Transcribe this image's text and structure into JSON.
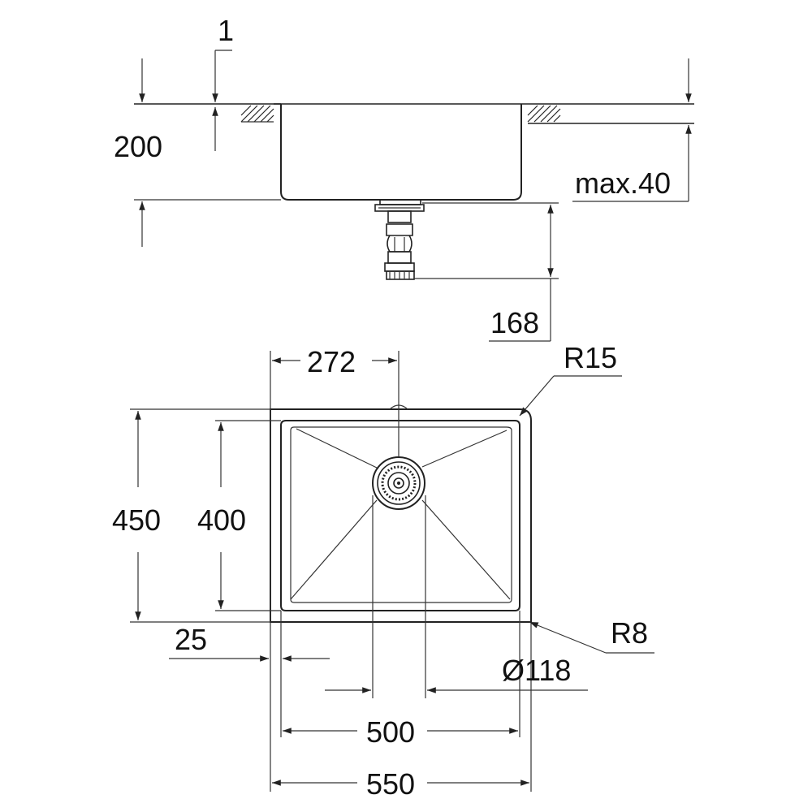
{
  "dimensions": {
    "rim_gap": "1",
    "depth": "200",
    "max_worktop": "max.40",
    "drain_height": "168",
    "drain_offset": "272",
    "corner_radius_outer": "R15",
    "outer_depth": "450",
    "inner_depth": "400",
    "flange_width": "25",
    "corner_radius_inner": "R8",
    "drain_diameter": "Ø118",
    "inner_width": "500",
    "outer_width": "550"
  }
}
